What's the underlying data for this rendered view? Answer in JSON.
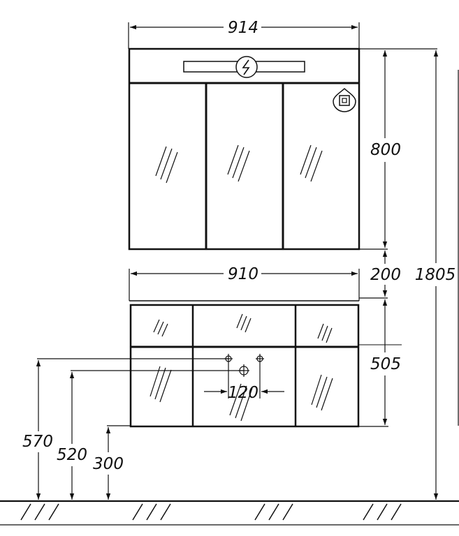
{
  "dimensions": {
    "mirror_width": "914",
    "mirror_height": "800",
    "gap_height": "200",
    "total_height": "1805",
    "vanity_width": "910",
    "vanity_height": "505",
    "drain_spacing": "120",
    "supply_height_high": "570",
    "supply_height_low": "520",
    "base_height": "300"
  }
}
